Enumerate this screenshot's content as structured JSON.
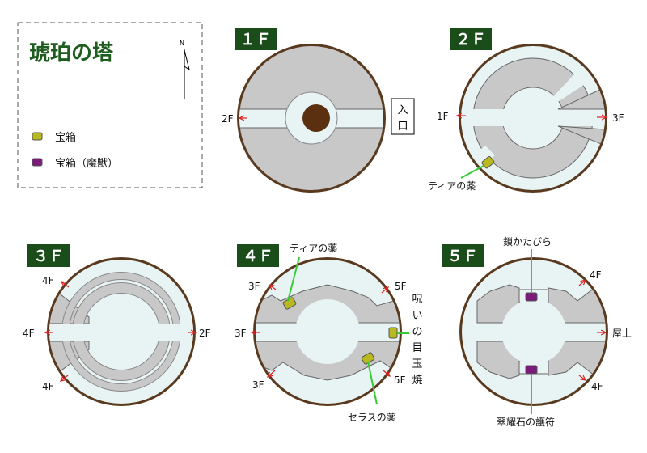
{
  "title": "琥珀の塔",
  "compass_label": "N",
  "legend": {
    "chest": "宝箱",
    "chest_monster": "宝箱（魔獣）"
  },
  "colors": {
    "floor_badge": "#1a4d1a",
    "title": "#1f5c1f",
    "wall": "#5a3a1e",
    "floor": "#c8c8c8",
    "corridor": "#e8f4f4",
    "chest": "#b8b820",
    "chest_monster": "#7a1a7a",
    "leader": "#33cc33",
    "arrow": "#e02020"
  },
  "floors": {
    "f1": {
      "label": "１Ｆ",
      "exit_left": "2F",
      "entrance": "入口"
    },
    "f2": {
      "label": "２Ｆ",
      "exit_left": "1F",
      "exit_right": "3F",
      "item": "ティアの薬"
    },
    "f3": {
      "label": "３Ｆ",
      "exit_top_left": "4F",
      "exit_left": "4F",
      "exit_right": "2F",
      "exit_bottom_left": "4F"
    },
    "f4": {
      "label": "４Ｆ",
      "exit_top_left": "3F",
      "exit_top_right": "5F",
      "exit_left": "3F",
      "exit_bottom_left": "3F",
      "exit_bottom_right": "5F",
      "item_top": "ティアの薬",
      "item_right": "呪いの目玉焼",
      "item_bottom": "セラスの薬"
    },
    "f5": {
      "label": "５Ｆ",
      "exit_top_right": "4F",
      "exit_right": "屋上",
      "exit_bottom_right": "4F",
      "item_top": "鎖かたびら",
      "item_bottom": "翠耀石の護符"
    }
  }
}
